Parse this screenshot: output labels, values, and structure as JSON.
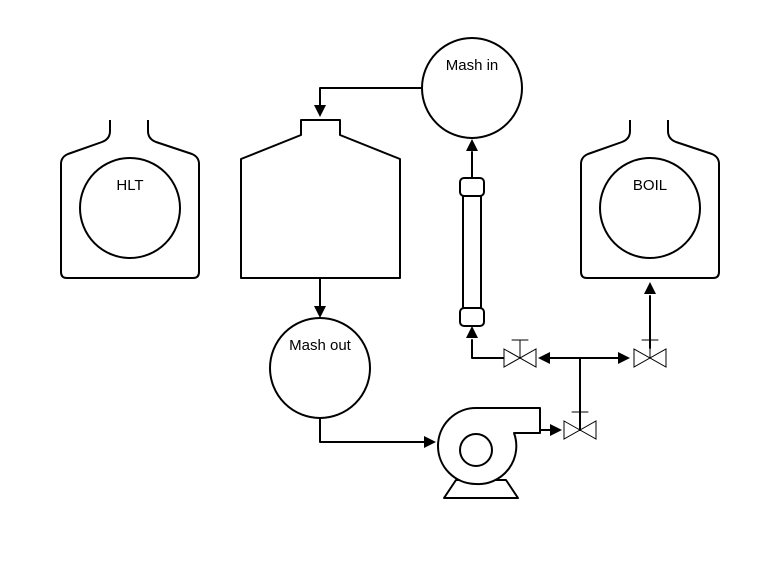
{
  "labels": {
    "hlt": "HLT",
    "boil": "BOIL",
    "mash_in": "Mash in",
    "mash_out": "Mash out"
  },
  "colors": {
    "stroke": "#000000",
    "background": "#ffffff"
  }
}
